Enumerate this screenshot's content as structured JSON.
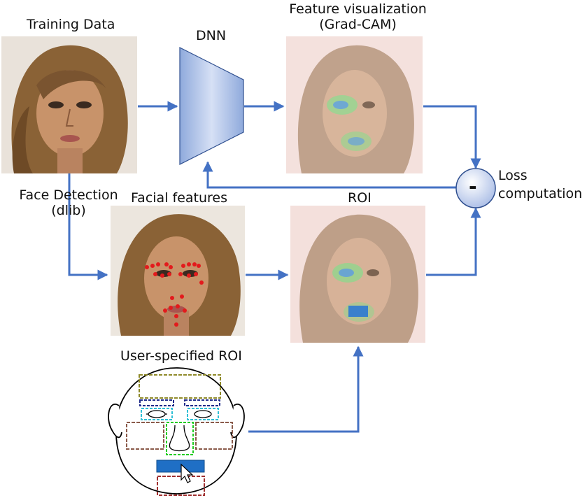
{
  "labels": {
    "training_data": "Training Data",
    "dnn": "DNN",
    "feature_vis_line1": "Feature visualization",
    "feature_vis_line2": "(Grad-CAM)",
    "face_detection_line1": "Face Detection",
    "face_detection_line2": "(dlib)",
    "facial_features": "Facial features",
    "roi": "ROI",
    "loss_line1": "Loss",
    "loss_line2": "computation",
    "user_roi": "User-specified ROI",
    "minus": "-"
  },
  "colors": {
    "arrow": "#4472c4",
    "dnn_fill": "#b4c6e7",
    "dnn_stroke": "#2f4f8f",
    "landmark": "#e31a1c",
    "roi_box": "#1f6fc5",
    "hair": "#8a6236",
    "skin": "#c8936a",
    "heat_green": "#7cd47c",
    "heat_blue": "#4a90d9"
  },
  "icons": {
    "cursor": "cursor-arrow-icon"
  }
}
